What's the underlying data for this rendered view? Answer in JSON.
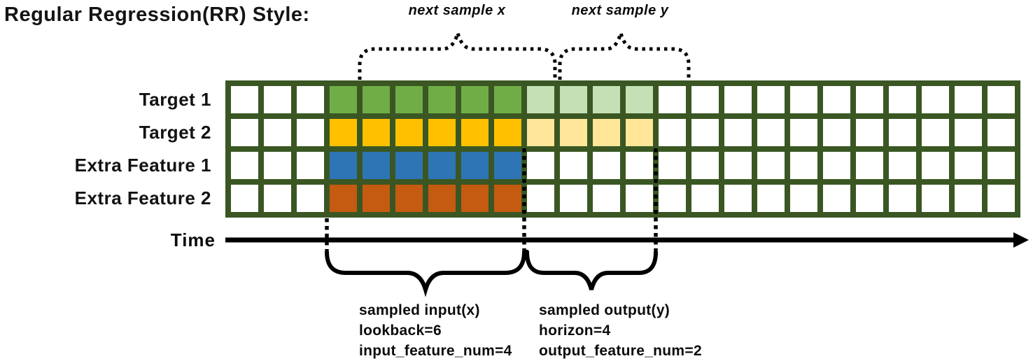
{
  "title": "Regular Regression(RR) Style:",
  "annotations": {
    "next_sample_x": "next sample x",
    "next_sample_y": "next sample y",
    "time_label": "Time",
    "sampled_input": [
      "sampled input(x)",
      "lookback=6",
      "input_feature_num=4"
    ],
    "sampled_output": [
      "sampled output(y)",
      "horizon=4",
      "output_feature_num=2"
    ]
  },
  "grid": {
    "total_columns": 24,
    "border_color": "#3A5723",
    "empty_cell_color": "#FFFFFF",
    "rows": [
      {
        "label": "Target 1",
        "empty_before": 3,
        "input_cells": 6,
        "output_cells": 4,
        "empty_after": 11,
        "input_color": "#70AD47",
        "output_color": "#C5E0B4"
      },
      {
        "label": "Target 2",
        "empty_before": 3,
        "input_cells": 6,
        "output_cells": 4,
        "empty_after": 11,
        "input_color": "#FFC000",
        "output_color": "#FFE699"
      },
      {
        "label": "Extra Feature 1",
        "empty_before": 3,
        "input_cells": 6,
        "output_cells": 0,
        "empty_after": 15,
        "input_color": "#2E75B6",
        "output_color": null
      },
      {
        "label": "Extra Feature 2",
        "empty_before": 3,
        "input_cells": 6,
        "output_cells": 0,
        "empty_after": 15,
        "input_color": "#C55A11",
        "output_color": null
      }
    ]
  }
}
